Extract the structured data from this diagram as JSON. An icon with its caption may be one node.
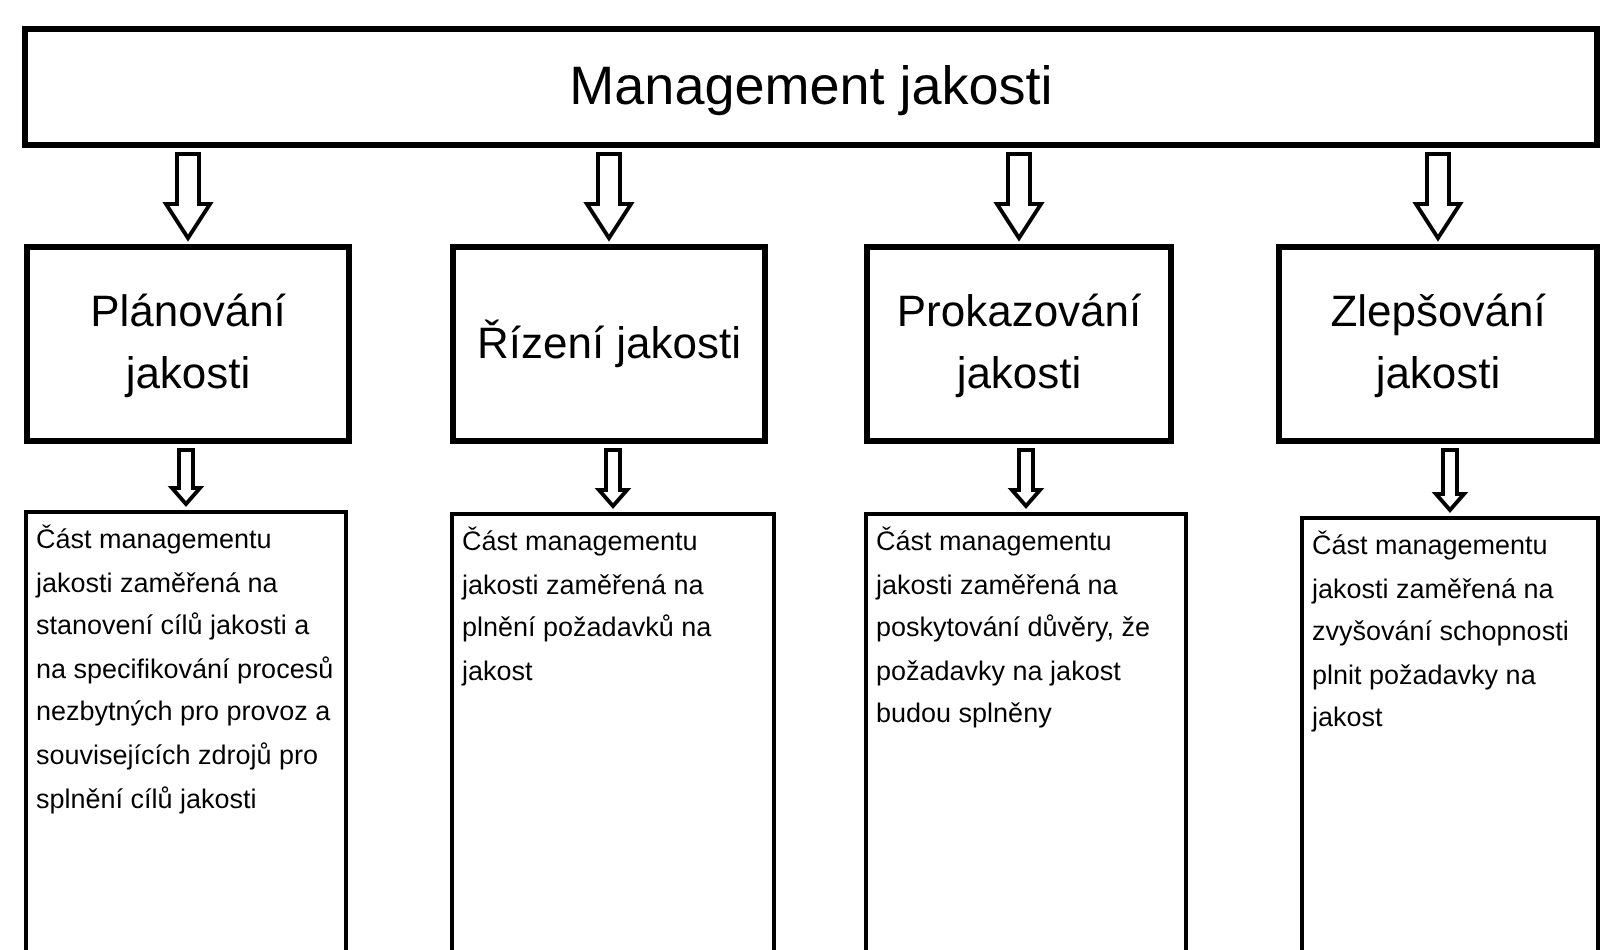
{
  "diagram": {
    "nodes": [
      {
        "text": [
          "Management jakosti"
        ]
      },
      {
        "text": [
          "Plánování jakosti"
        ]
      },
      {
        "text": [
          "Řízení jakosti"
        ]
      },
      {
        "text": [
          "Prokazování jakosti"
        ]
      },
      {
        "text": [
          "Zlepšování jakosti"
        ]
      },
      {
        "text": [
          "Část managementu jakosti zaměřená na stanovení cílů jakosti a na specifikování procesů nezbytných pro provoz a souvisejících zdrojů pro splnění cílů jakosti"
        ]
      },
      {
        "text": [
          "Část managementu jakosti zaměřená na plnění požadavků na jakost"
        ]
      },
      {
        "text": [
          "Část managementu jakosti zaměřená na poskytování důvěry, že požadavky na jakost budou splněny"
        ]
      },
      {
        "text": [
          "Část managementu jakosti zaměřená na zvyšování schopnosti plnit požadavky na jakost"
        ]
      }
    ],
    "edges": [
      {
        "from": 0,
        "to": 1,
        "arrow": "to"
      },
      {
        "from": 0,
        "to": 2,
        "arrow": "to"
      },
      {
        "from": 0,
        "to": 3,
        "arrow": "to"
      },
      {
        "from": 0,
        "to": 4,
        "arrow": "to"
      },
      {
        "from": 1,
        "to": 5,
        "arrow": "to"
      },
      {
        "from": 2,
        "to": 6,
        "arrow": "to"
      },
      {
        "from": 3,
        "to": 7,
        "arrow": "to"
      },
      {
        "from": 4,
        "to": 8,
        "arrow": "to"
      }
    ]
  }
}
